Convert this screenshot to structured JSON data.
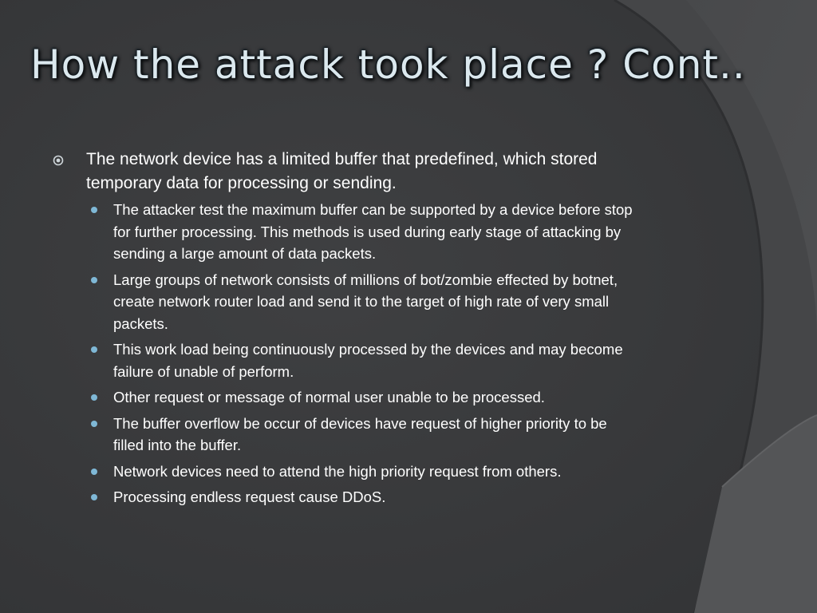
{
  "slide": {
    "title": "How the attack took place ? Cont..",
    "main_point": {
      "bullet_icon": "circle-dot-icon",
      "text_line1": "The network device has a limited buffer that predefined, which stored",
      "text_line2": "temporary data for processing or sending."
    },
    "sub_points": [
      {
        "lines": [
          "The attacker test the maximum buffer can be supported by a device before stop",
          "for further processing. This methods is used during early stage of attacking by",
          "sending a large amount of data packets."
        ]
      },
      {
        "lines": [
          "Large groups of network consists of millions of bot/zombie effected by botnet,",
          "create network router load and send it to the target of high rate of very small",
          "packets."
        ]
      },
      {
        "lines": [
          "This work load being continuously processed by the devices and may become",
          "failure of unable of perform."
        ]
      },
      {
        "lines": [
          "Other request or message of normal user unable to be processed."
        ]
      },
      {
        "lines": [
          "The buffer overflow be occur of devices have request of higher priority to be",
          "filled into the buffer."
        ]
      },
      {
        "lines": [
          "Network devices need to attend the high priority request from others."
        ]
      },
      {
        "lines": [
          "Processing endless request cause DDoS."
        ]
      }
    ],
    "colors": {
      "background": "#3b3c3e",
      "title": "#dbe8ee",
      "text": "#ffffff",
      "sub_bullet": "#7fb8d6"
    }
  }
}
